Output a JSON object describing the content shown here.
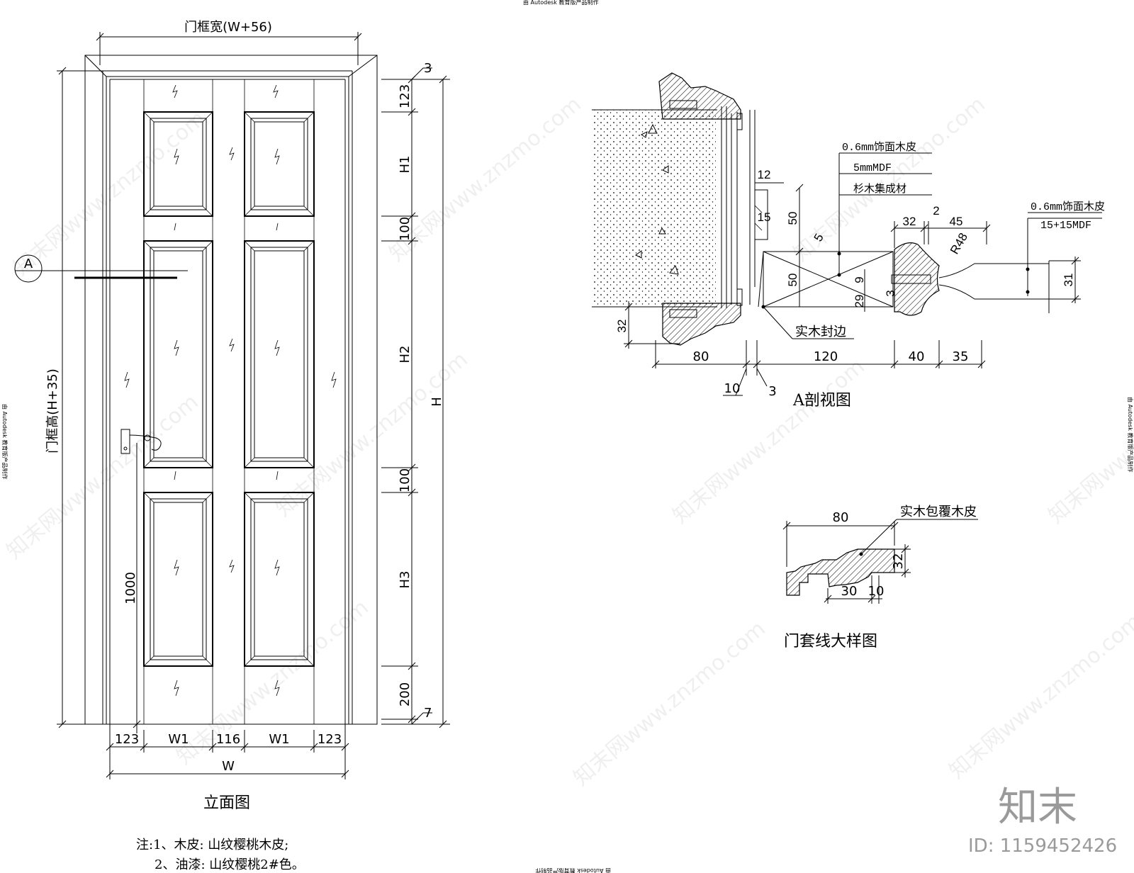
{
  "elevation": {
    "title": "立面图",
    "frame_width_label": "门框宽(W+56)",
    "frame_height_label": "门框高(H+35)",
    "overall_height_label": "H",
    "overall_width_label": "W",
    "section_marker": "A",
    "handle_height": "1000",
    "vertical_dims": [
      "3",
      "123",
      "H1",
      "100",
      "H2",
      "100",
      "H3",
      "200",
      "7"
    ],
    "horizontal_dims": [
      "123",
      "W1",
      "116",
      "W1",
      "123"
    ]
  },
  "section": {
    "title": "A剖视图",
    "callout_1": [
      "0.6mm饰面木皮",
      "5mmMDF",
      "杉木集成材"
    ],
    "callout_2": [
      "0.6mm饰面木皮",
      "15+15MDF"
    ],
    "edge_label": "实木封边",
    "dims_top": [
      "32",
      "2",
      "45"
    ],
    "dims_left": [
      "12",
      "15",
      "50",
      "5",
      "50",
      "9",
      "29",
      "3"
    ],
    "dims_bottom": [
      "80",
      "120",
      "40",
      "35"
    ],
    "dims_sub": [
      "10",
      "3"
    ],
    "dim_left_32": "32",
    "radius": "R48",
    "thickness": "31"
  },
  "casing_detail": {
    "title": "门套线大样图",
    "material": "实木包覆木皮",
    "dims": [
      "80",
      "32",
      "30",
      "10"
    ]
  },
  "notes": [
    "注:1、木皮: 山纹樱桃木皮;",
    "2、油漆: 山纹樱桃2#色。"
  ],
  "stamps": {
    "autodesk": "由 Autodesk 教育版产品制作",
    "watermark": "知末网www.znzmo.com"
  },
  "branding": {
    "logo": "知末",
    "id": "ID: 1159452426"
  }
}
